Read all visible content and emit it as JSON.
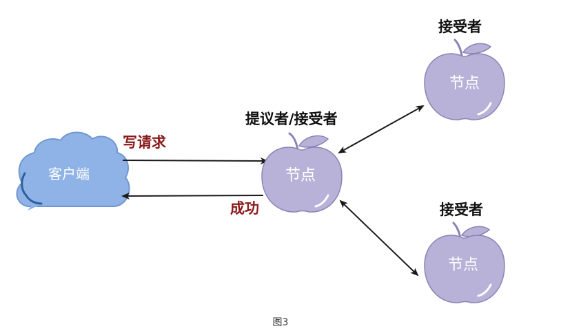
{
  "client": {
    "label": "客户端"
  },
  "messages": {
    "request": "写请求",
    "response": "成功"
  },
  "proposer": {
    "role": "提议者/接受者",
    "label": "节点"
  },
  "acceptor_top": {
    "role": "接受者",
    "label": "节点"
  },
  "acceptor_bottom": {
    "role": "接受者",
    "label": "节点"
  },
  "caption": "图3",
  "colors": {
    "cloud_fill": "#8fb3e6",
    "cloud_stroke": "#2f5f9e",
    "apple_fill": "#b8b2d8",
    "apple_stroke": "#8a83b5",
    "leaf": "#b8b2d8",
    "arrow": "#1a1a1a",
    "message_text": "#8b1a1a"
  }
}
